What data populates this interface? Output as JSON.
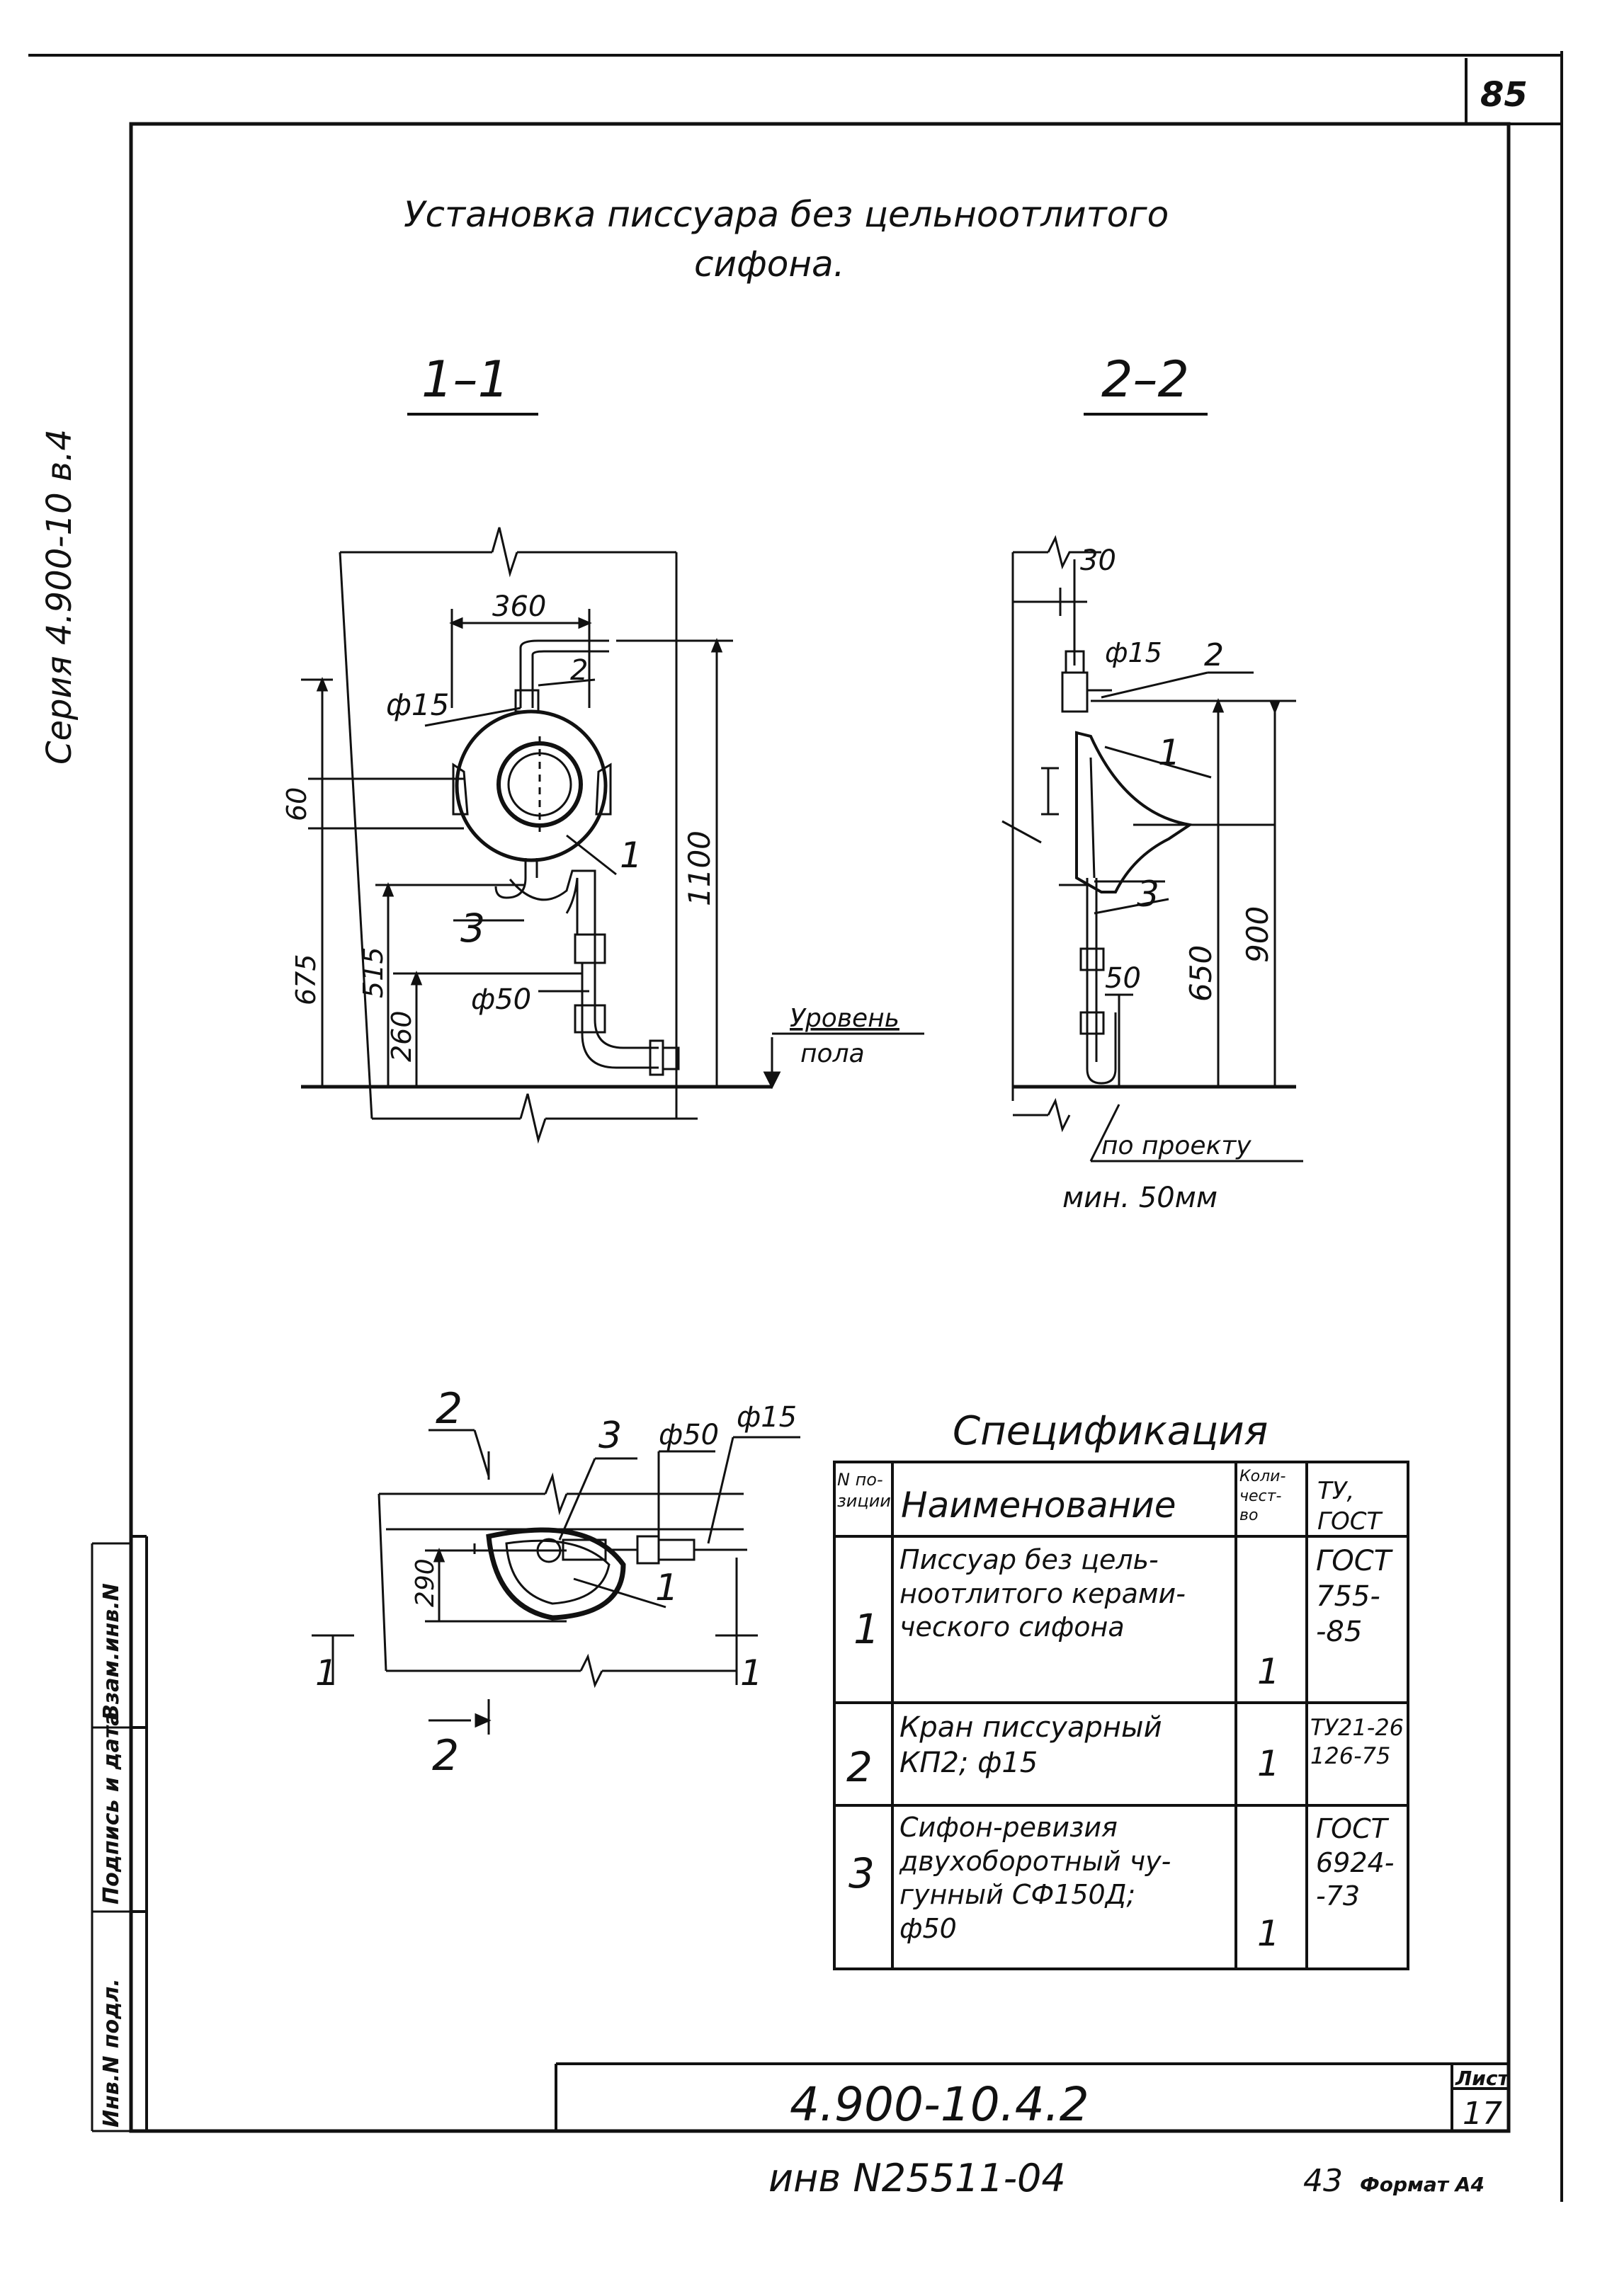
{
  "page_number": "85",
  "title_line1": "Установка писсуара без цельноотлитого",
  "title_line2": "сифона.",
  "side_series": "Серия 4.900-10 в.4",
  "section_labels": {
    "s11": "1–1",
    "s22": "2–2"
  },
  "view11": {
    "dims": {
      "d360": "360",
      "d60": "60",
      "d675": "675",
      "d515": "515",
      "d260": "260",
      "d1100": "1100"
    },
    "labels": {
      "phi15": "ф15",
      "phi50": "ф50",
      "pos2": "2",
      "pos1": "1",
      "pos3": "3"
    },
    "floor_level_1": "Уровень",
    "floor_level_2": "пола"
  },
  "view22": {
    "dims": {
      "d30": "30",
      "d650": "650",
      "d900": "900",
      "d50": "50"
    },
    "labels": {
      "phi15": "ф15",
      "pos2": "2",
      "pos1": "1",
      "pos3": "3"
    },
    "note1": "по проекту",
    "note2": "мин. 50мм"
  },
  "plan": {
    "dims": {
      "d290": "290"
    },
    "labels": {
      "cut2_top": "2",
      "cut2_bottom": "2",
      "pos3": "3",
      "pos1": "1",
      "phi50": "ф50",
      "phi15": "ф15",
      "cut1_left": "1",
      "cut1_right": "1"
    }
  },
  "spec": {
    "title": "Спецификация",
    "headers": {
      "num": "N по- зиции",
      "name": "Наименование",
      "qty": "Коли- чест- во",
      "std": "ТУ, ГОСТ"
    },
    "rows": [
      {
        "num": "1",
        "name_lines": [
          "Писсуар без цель-",
          "ноотлитого керами-",
          "ческого сифона"
        ],
        "qty": "1",
        "std_lines": [
          "ГОСТ",
          "755-",
          "-85"
        ]
      },
      {
        "num": "2",
        "name_lines": [
          "Кран писсуарный",
          "КП2; ф15"
        ],
        "qty": "1",
        "std_lines": [
          "ТУ21-26",
          "126-75"
        ]
      },
      {
        "num": "3",
        "name_lines": [
          "Сифон-ревизия",
          "двухоборотный чу-",
          "гунный СФ150Д;",
          "ф50"
        ],
        "qty": "1",
        "std_lines": [
          "ГОСТ",
          "6924-",
          "-73"
        ]
      }
    ]
  },
  "stamp": {
    "doc_code": "4.900-10.4.2",
    "sheet_label": "Лист",
    "sheet_number": "17",
    "side_labels": {
      "inv": "Инв.N подл.",
      "sign": "Подпись и дата",
      "replace": "Взам.инв.N"
    }
  },
  "footer": {
    "inv_number": "инв N25511-04",
    "copies": "43",
    "format": "Формат А4"
  }
}
